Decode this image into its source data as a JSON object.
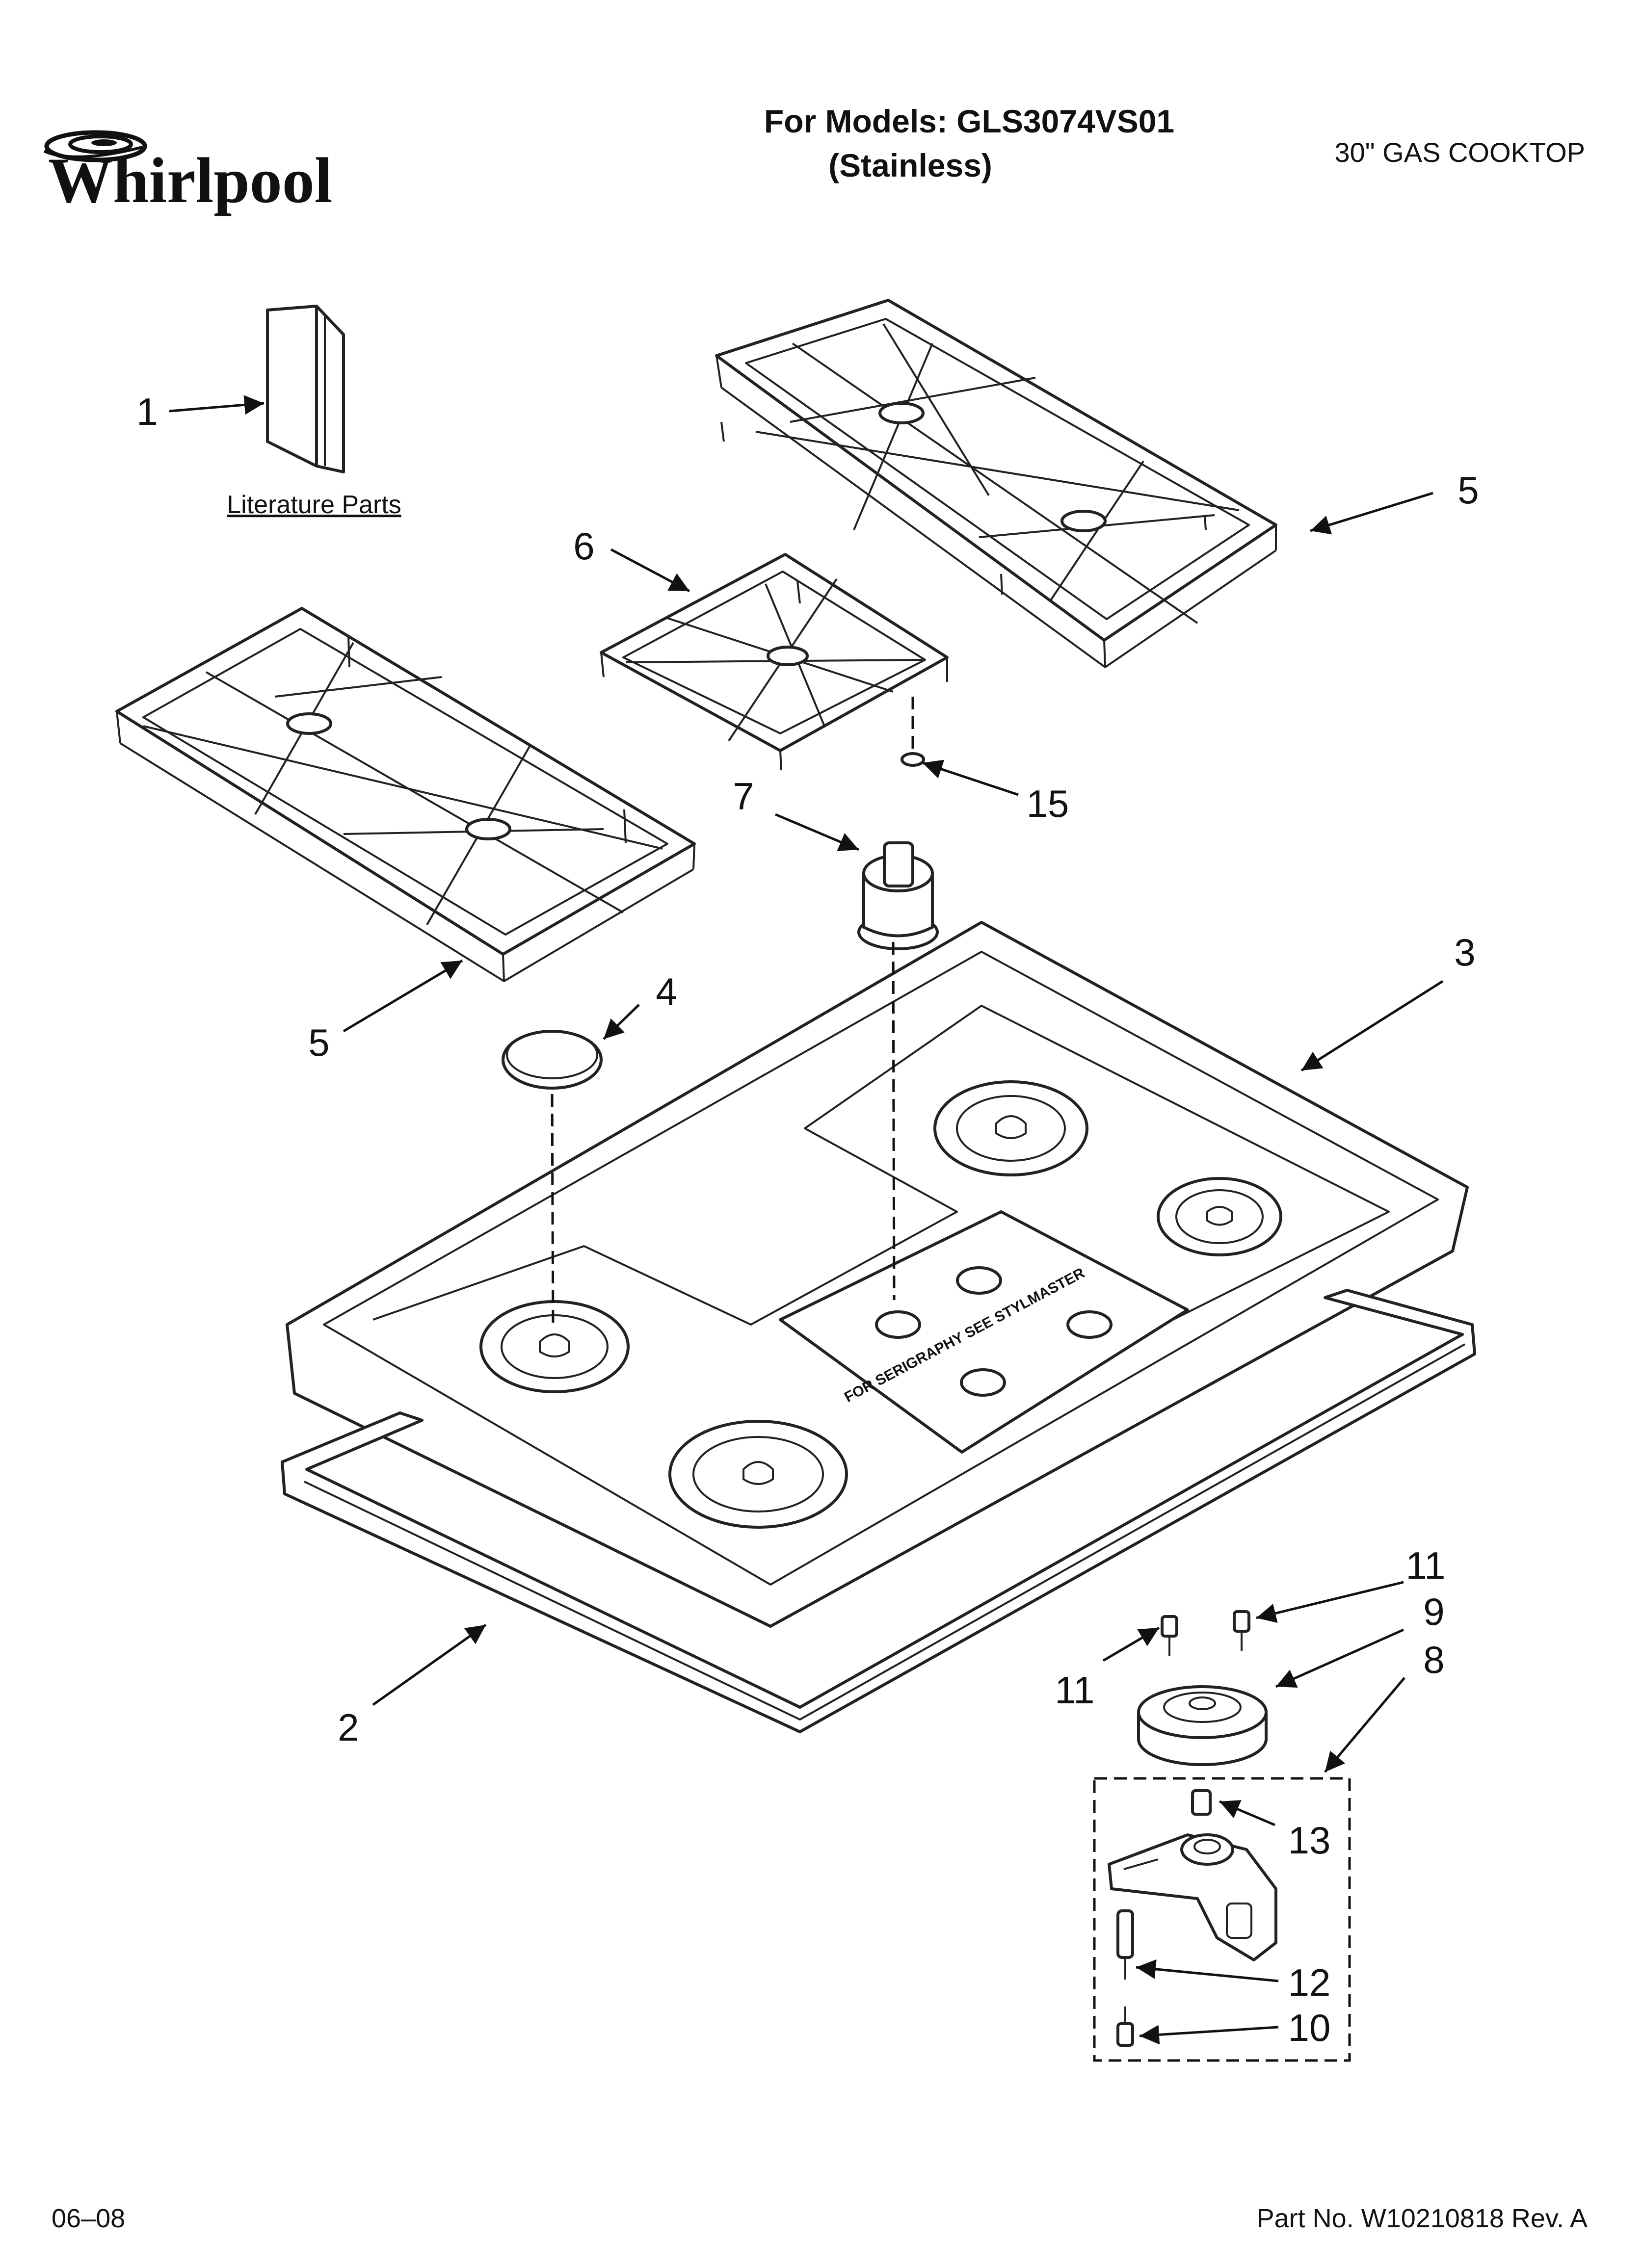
{
  "header": {
    "brand": "Whirlpool",
    "models_line": "For Models: GLS3074VS01",
    "variant_line": "(Stainless)",
    "product_name": "30\" GAS COOKTOP"
  },
  "labels": {
    "literature": "Literature Parts",
    "panel_print": "FOR SERIGRAPHY SEE STYLMASTER"
  },
  "callouts": {
    "c1": "1",
    "c2": "2",
    "c3": "3",
    "c4": "4",
    "c5a": "5",
    "c5b": "5",
    "c6": "6",
    "c7": "7",
    "c8": "8",
    "c9": "9",
    "c10": "10",
    "c11a": "11",
    "c11b": "11",
    "c12": "12",
    "c13": "13",
    "c15": "15"
  },
  "footer": {
    "date": "06–08",
    "part_number": "Part No. W10210818 Rev. A"
  }
}
